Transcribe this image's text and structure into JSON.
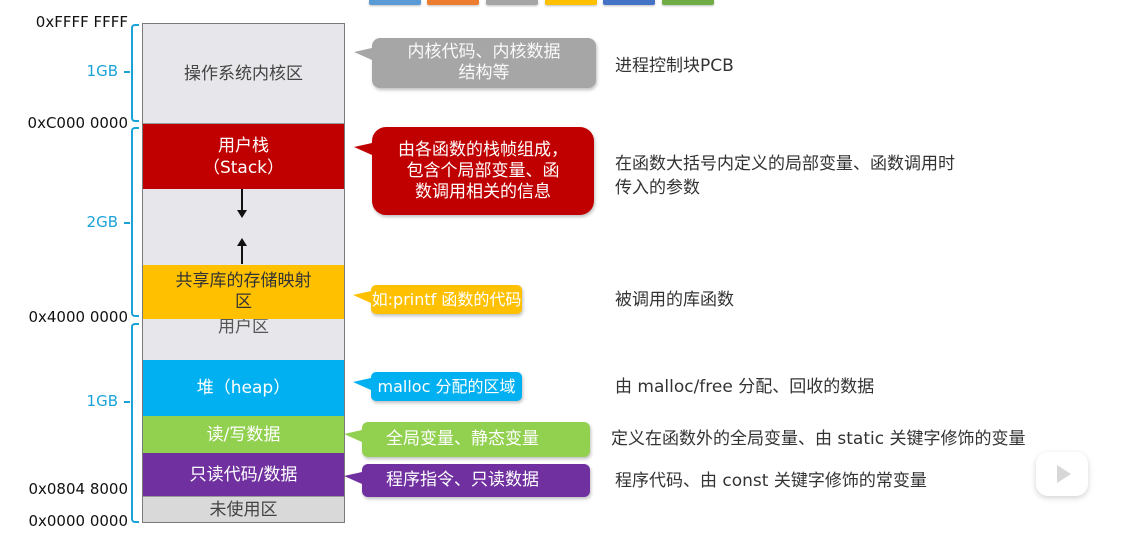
{
  "theme_swatches": [
    {
      "name": "blue",
      "color": "#5b9bd5"
    },
    {
      "name": "orange",
      "color": "#ed7d31"
    },
    {
      "name": "gray",
      "color": "#a5a5a5"
    },
    {
      "name": "gold",
      "color": "#ffc000"
    },
    {
      "name": "dark-blue",
      "color": "#4472c4"
    },
    {
      "name": "green",
      "color": "#70ad47"
    }
  ],
  "addresses": {
    "top": "0xFFFF FFFF",
    "kernel_boundary": "0xC000 0000",
    "user_mid": "0x4000 0000",
    "code_start": "0x0804 8000",
    "bottom": "0x0000 0000"
  },
  "sizes": {
    "kernel": "1GB",
    "upper_user": "2GB",
    "lower_user": "1GB"
  },
  "segments": {
    "kernel": {
      "label": "操作系统内核区",
      "color": "#e7e6ea"
    },
    "stack": {
      "line1": "用户栈",
      "line2": "（Stack）",
      "color": "#c00000"
    },
    "shared_lib": {
      "line1": "共享库的存储映射",
      "line2": "区",
      "color": "#ffc000"
    },
    "user_area": {
      "label": "用户区",
      "color": "#e7e6ea"
    },
    "heap": {
      "label": "堆（heap）",
      "color": "#00b0f0"
    },
    "rw_data": {
      "label": "读/写数据",
      "color": "#92d050"
    },
    "ro_code": {
      "label": "只读代码/数据",
      "color": "#7030a0"
    },
    "unused": {
      "label": "未使用区",
      "color": "#d9d9d9"
    }
  },
  "callouts": {
    "kernel": {
      "line1": "内核代码、内核数据",
      "line2": "结构等",
      "color": "#a6a6a6"
    },
    "stack": {
      "line1": "由各函数的栈帧组成，",
      "line2": "包含个局部变量、函",
      "line3": "数调用相关的信息",
      "color": "#c00000"
    },
    "shared_lib": {
      "text": "如:printf 函数的代码",
      "color": "#ffc000"
    },
    "heap": {
      "text": "malloc 分配的区域",
      "color": "#00b0f0"
    },
    "rw_data": {
      "text": "全局变量、静态变量",
      "color": "#92d050"
    },
    "ro_code": {
      "text": "程序指令、只读数据",
      "color": "#7030a0"
    }
  },
  "descriptions": {
    "kernel": "进程控制块PCB",
    "stack_line1": "在函数大括号内定义的局部变量、函数调用时",
    "stack_line2": "传入的参数",
    "shared_lib": "被调用的库函数",
    "heap": "由 malloc/free 分配、回收的数据",
    "rw_data": "定义在函数外的全局变量、由 static 关键字修饰的变量",
    "ro_code": "程序代码、由 const 关键字修饰的常变量"
  },
  "player": {
    "play_icon": "play-icon"
  }
}
